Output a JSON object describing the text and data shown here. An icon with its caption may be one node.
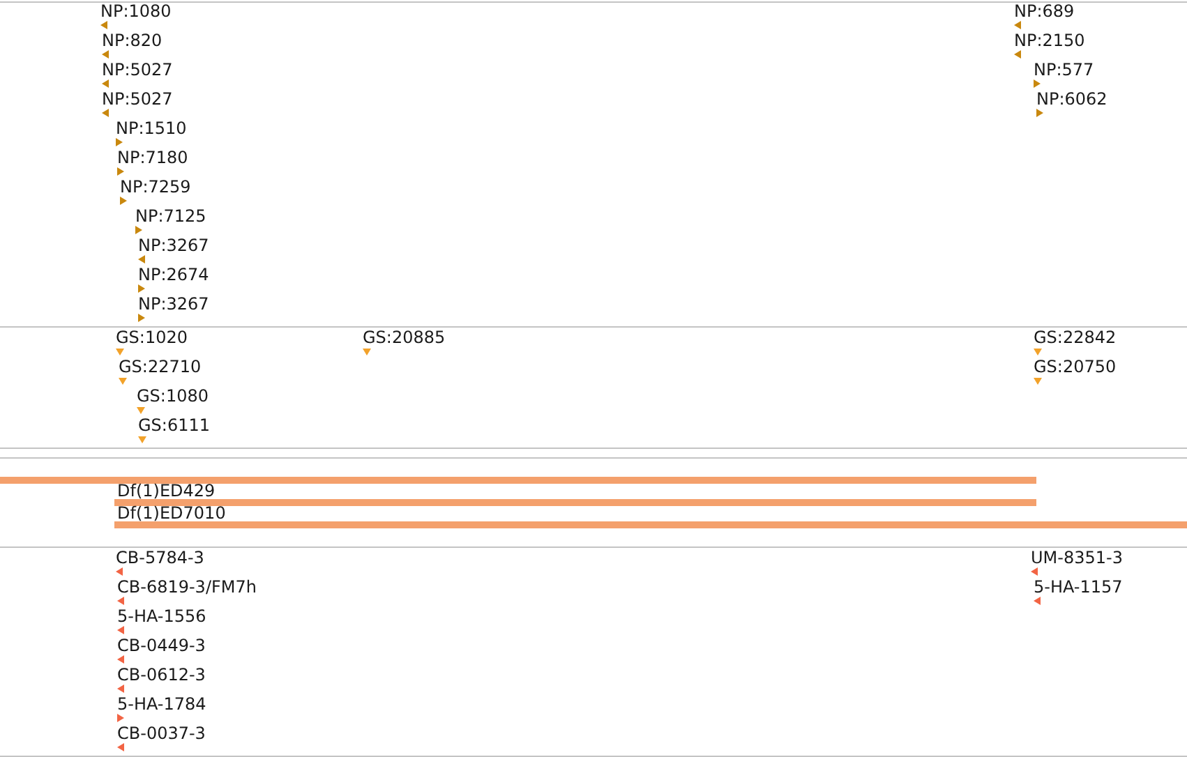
{
  "diagram": {
    "labels": [
      "NP:1080",
      "NP:689",
      "NP:820",
      "NP:2150",
      "NP:5027",
      "NP:577",
      "NP:5027",
      "NP:6062",
      "NP:1510",
      "NP:7180",
      "NP:7259",
      "NP:7125",
      "NP:3267",
      "NP:2674",
      "NP:3267",
      "GS:1020",
      "GS:20885",
      "GS:22842",
      "GS:22710",
      "GS:20750",
      "GS:1080",
      "GS:6111",
      "Df(1)ED429",
      "Df(1)ED7010",
      "CB-5784-3",
      "UM-8351-3",
      "CB-6819-3/FM7h",
      "5-HA-1157",
      "5-HA-1556",
      "CB-0449-3",
      "CB-0612-3",
      "5-HA-1784",
      "CB-0037-3"
    ]
  }
}
